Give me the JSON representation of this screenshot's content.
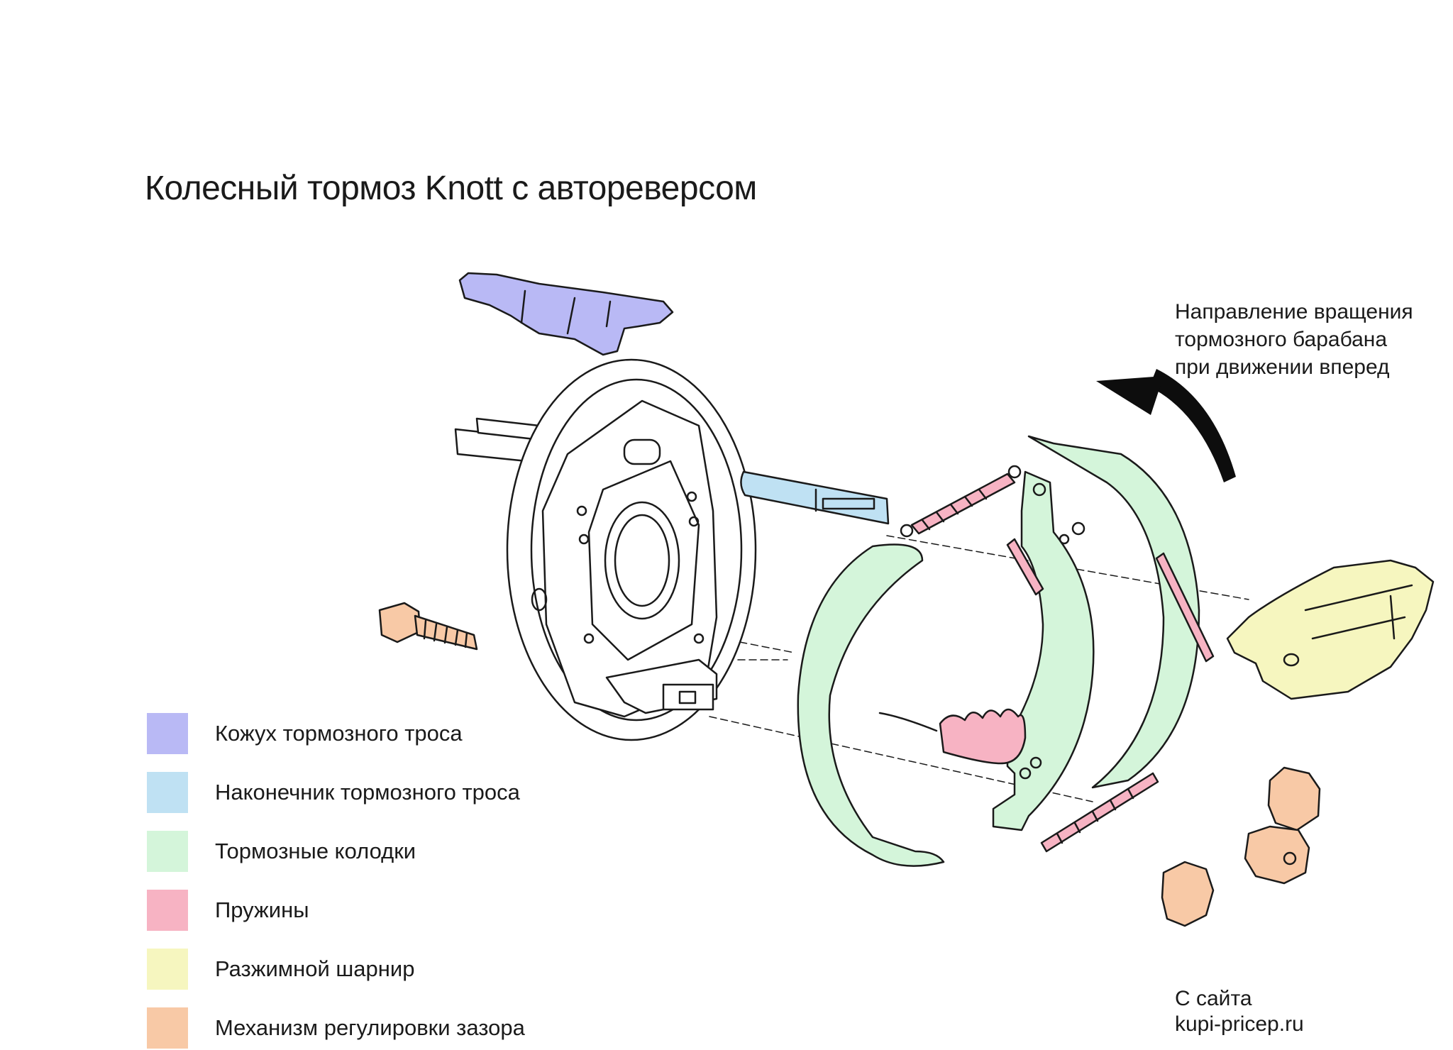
{
  "title": "Колесный тормоз Knott с автореверсом",
  "direction_note": {
    "lines": [
      "Направление вращения",
      "тормозного барабана",
      "при движении вперед"
    ]
  },
  "source_note": {
    "lines": [
      "С сайта",
      "kupi-pricep.ru"
    ]
  },
  "legend": {
    "items": [
      {
        "label": "Кожух тормозного троса",
        "color": "#b9b9f5"
      },
      {
        "label": "Наконечник тормозного троса",
        "color": "#bfe1f3"
      },
      {
        "label": "Тормозные колодки",
        "color": "#d4f5da"
      },
      {
        "label": "Пружины",
        "color": "#f7b3c3"
      },
      {
        "label": "Разжимной шарнир",
        "color": "#f6f6bf"
      },
      {
        "label": "Механизм регулировки зазора",
        "color": "#f8c9a6"
      }
    ]
  },
  "colors": {
    "cable_cover": "#b9b9f5",
    "cable_end": "#bfe1f3",
    "shoes": "#d4f5da",
    "springs": "#f7b3c3",
    "spreader": "#f6f6bf",
    "adjuster": "#f8c9a6",
    "outline": "#1a1a1a"
  }
}
